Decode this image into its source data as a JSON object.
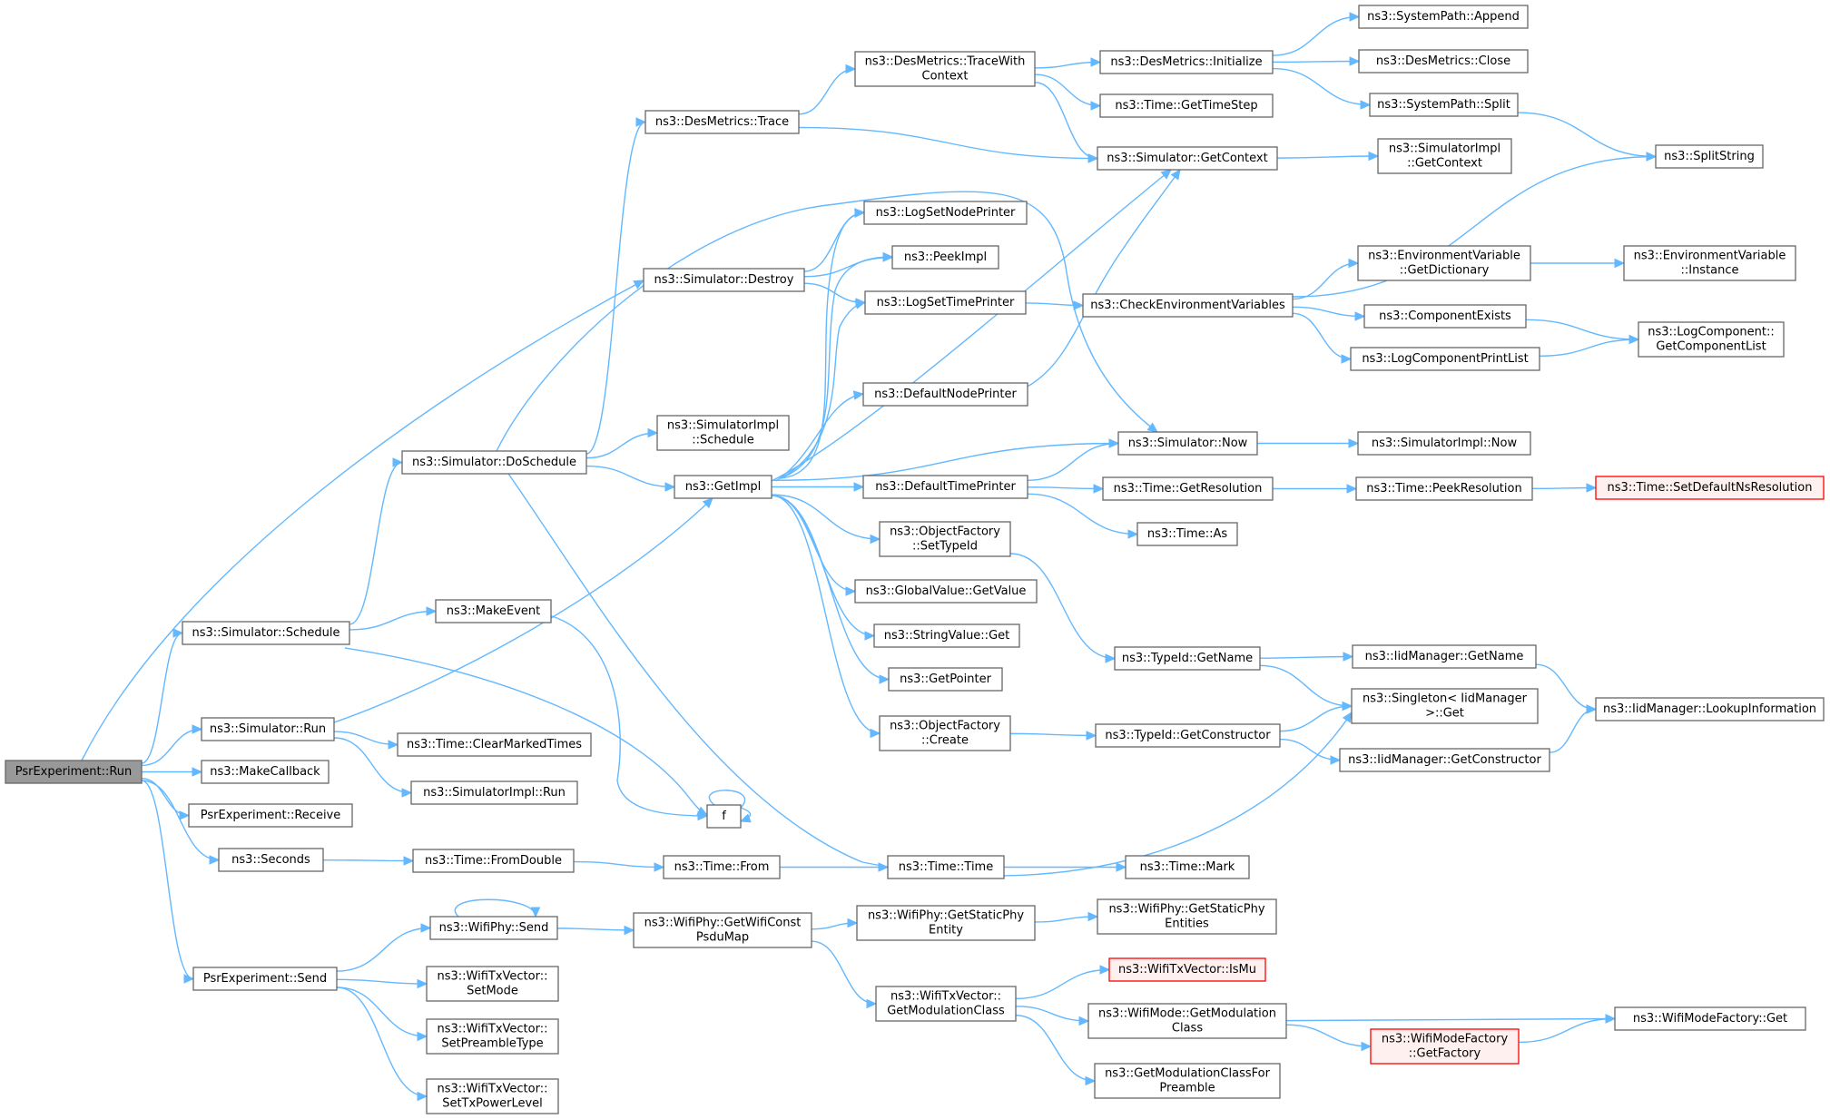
{
  "colors": {
    "edge": "#63b8ff",
    "node_border": "#666666",
    "root_fill": "#999999",
    "highlight_border": "#ff0000",
    "highlight_fill": "#fff0f0"
  },
  "nodes": [
    {
      "id": "run",
      "lines": [
        "PsrExperiment::Run"
      ],
      "style": "root"
    },
    {
      "id": "sim_schedule",
      "lines": [
        "ns3::Simulator::Schedule"
      ]
    },
    {
      "id": "sim_run",
      "lines": [
        "ns3::Simulator::Run"
      ]
    },
    {
      "id": "make_callback",
      "lines": [
        "ns3::MakeCallback"
      ]
    },
    {
      "id": "psr_receive",
      "lines": [
        "PsrExperiment::Receive"
      ]
    },
    {
      "id": "seconds",
      "lines": [
        "ns3::Seconds"
      ]
    },
    {
      "id": "psr_send",
      "lines": [
        "PsrExperiment::Send"
      ]
    },
    {
      "id": "sim_doschedule",
      "lines": [
        "ns3::Simulator::DoSchedule"
      ]
    },
    {
      "id": "sim_destroy",
      "lines": [
        "ns3::Simulator::Destroy"
      ]
    },
    {
      "id": "make_event",
      "lines": [
        "ns3::MakeEvent"
      ]
    },
    {
      "id": "clear_marked",
      "lines": [
        "ns3::Time::ClearMarkedTimes"
      ]
    },
    {
      "id": "simimpl_run",
      "lines": [
        "ns3::SimulatorImpl::Run"
      ]
    },
    {
      "id": "f",
      "lines": [
        "f"
      ]
    },
    {
      "id": "fromdouble",
      "lines": [
        "ns3::Time::FromDouble"
      ]
    },
    {
      "id": "wifiphy_send",
      "lines": [
        "ns3::WifiPhy::Send"
      ]
    },
    {
      "id": "txv_setmode",
      "lines": [
        "ns3::WifiTxVector::",
        "SetMode"
      ]
    },
    {
      "id": "txv_setpreamble",
      "lines": [
        "ns3::WifiTxVector::",
        "SetPreambleType"
      ]
    },
    {
      "id": "txv_settxpower",
      "lines": [
        "ns3::WifiTxVector::",
        "SetTxPowerLevel"
      ]
    },
    {
      "id": "desm_trace",
      "lines": [
        "ns3::DesMetrics::Trace"
      ]
    },
    {
      "id": "simimpl_schedule",
      "lines": [
        "ns3::SimulatorImpl",
        "::Schedule"
      ]
    },
    {
      "id": "getimpl",
      "lines": [
        "ns3::GetImpl"
      ]
    },
    {
      "id": "time_from",
      "lines": [
        "ns3::Time::From"
      ]
    },
    {
      "id": "getwificonst",
      "lines": [
        "ns3::WifiPhy::GetWifiConst",
        "PsduMap"
      ]
    },
    {
      "id": "desm_tracewith",
      "lines": [
        "ns3::DesMetrics::TraceWith",
        "Context"
      ]
    },
    {
      "id": "logsetnode",
      "lines": [
        "ns3::LogSetNodePrinter"
      ]
    },
    {
      "id": "peekimpl",
      "lines": [
        "ns3::PeekImpl"
      ]
    },
    {
      "id": "logsettime",
      "lines": [
        "ns3::LogSetTimePrinter"
      ]
    },
    {
      "id": "defnodeprinter",
      "lines": [
        "ns3::DefaultNodePrinter"
      ]
    },
    {
      "id": "deftimeprinter",
      "lines": [
        "ns3::DefaultTimePrinter"
      ]
    },
    {
      "id": "objf_settypeid",
      "lines": [
        "ns3::ObjectFactory",
        "::SetTypeId"
      ]
    },
    {
      "id": "globalvalue",
      "lines": [
        "ns3::GlobalValue::GetValue"
      ]
    },
    {
      "id": "stringvalue",
      "lines": [
        "ns3::StringValue::Get"
      ]
    },
    {
      "id": "getpointer",
      "lines": [
        "ns3::GetPointer"
      ]
    },
    {
      "id": "objf_create",
      "lines": [
        "ns3::ObjectFactory",
        "::Create"
      ]
    },
    {
      "id": "time_time",
      "lines": [
        "ns3::Time::Time"
      ]
    },
    {
      "id": "getstaticphy",
      "lines": [
        "ns3::WifiPhy::GetStaticPhy",
        "Entity"
      ]
    },
    {
      "id": "txv_getmodclass",
      "lines": [
        "ns3::WifiTxVector::",
        "GetModulationClass"
      ]
    },
    {
      "id": "desm_init",
      "lines": [
        "ns3::DesMetrics::Initialize"
      ]
    },
    {
      "id": "time_gettimestep",
      "lines": [
        "ns3::Time::GetTimeStep"
      ]
    },
    {
      "id": "sim_getcontext",
      "lines": [
        "ns3::Simulator::GetContext"
      ]
    },
    {
      "id": "checkenv",
      "lines": [
        "ns3::CheckEnvironmentVariables"
      ]
    },
    {
      "id": "sim_now",
      "lines": [
        "ns3::Simulator::Now"
      ]
    },
    {
      "id": "time_getres",
      "lines": [
        "ns3::Time::GetResolution"
      ]
    },
    {
      "id": "time_as",
      "lines": [
        "ns3::Time::As"
      ]
    },
    {
      "id": "typeid_getname",
      "lines": [
        "ns3::TypeId::GetName"
      ]
    },
    {
      "id": "typeid_getctor",
      "lines": [
        "ns3::TypeId::GetConstructor"
      ]
    },
    {
      "id": "time_mark",
      "lines": [
        "ns3::Time::Mark"
      ]
    },
    {
      "id": "getstaticphyentities",
      "lines": [
        "ns3::WifiPhy::GetStaticPhy",
        "Entities"
      ]
    },
    {
      "id": "txv_ismu",
      "lines": [
        "ns3::WifiTxVector::IsMu"
      ],
      "style": "red"
    },
    {
      "id": "wifimode_getmodclass",
      "lines": [
        "ns3::WifiMode::GetModulation",
        "Class"
      ]
    },
    {
      "id": "getmodclassforpreamble",
      "lines": [
        "ns3::GetModulationClassFor",
        "Preamble"
      ]
    },
    {
      "id": "syspath_append",
      "lines": [
        "ns3::SystemPath::Append"
      ]
    },
    {
      "id": "desm_close",
      "lines": [
        "ns3::DesMetrics::Close"
      ]
    },
    {
      "id": "syspath_split",
      "lines": [
        "ns3::SystemPath::Split"
      ]
    },
    {
      "id": "simimpl_getcontext",
      "lines": [
        "ns3::SimulatorImpl",
        "::GetContext"
      ]
    },
    {
      "id": "envvar_getdict",
      "lines": [
        "ns3::EnvironmentVariable",
        "::GetDictionary"
      ]
    },
    {
      "id": "componentexists",
      "lines": [
        "ns3::ComponentExists"
      ]
    },
    {
      "id": "logcompprintlist",
      "lines": [
        "ns3::LogComponentPrintList"
      ]
    },
    {
      "id": "simimpl_now",
      "lines": [
        "ns3::SimulatorImpl::Now"
      ]
    },
    {
      "id": "time_peekres",
      "lines": [
        "ns3::Time::PeekResolution"
      ]
    },
    {
      "id": "iid_getname",
      "lines": [
        "ns3::IidManager::GetName"
      ]
    },
    {
      "id": "singleton_get",
      "lines": [
        "ns3::Singleton< IidManager",
        ">::Get"
      ]
    },
    {
      "id": "iid_getctor",
      "lines": [
        "ns3::IidManager::GetConstructor"
      ]
    },
    {
      "id": "wifimodefactory_getfactory",
      "lines": [
        "ns3::WifiModeFactory",
        "::GetFactory"
      ],
      "style": "red"
    },
    {
      "id": "splitstring",
      "lines": [
        "ns3::SplitString"
      ]
    },
    {
      "id": "envvar_instance",
      "lines": [
        "ns3::EnvironmentVariable",
        "::Instance"
      ]
    },
    {
      "id": "logcomp_getlist",
      "lines": [
        "ns3::LogComponent::",
        "GetComponentList"
      ]
    },
    {
      "id": "time_setdefaultns",
      "lines": [
        "ns3::Time::SetDefaultNsResolution"
      ],
      "style": "red"
    },
    {
      "id": "iid_lookup",
      "lines": [
        "ns3::IidManager::LookupInformation"
      ]
    },
    {
      "id": "wifimodefactory_get",
      "lines": [
        "ns3::WifiModeFactory::Get"
      ]
    }
  ],
  "edges": [
    [
      "run",
      "sim_schedule"
    ],
    [
      "run",
      "sim_run"
    ],
    [
      "run",
      "make_callback"
    ],
    [
      "run",
      "psr_receive"
    ],
    [
      "run",
      "seconds"
    ],
    [
      "run",
      "psr_send"
    ],
    [
      "run",
      "sim_destroy"
    ],
    [
      "sim_schedule",
      "sim_doschedule"
    ],
    [
      "sim_schedule",
      "make_event"
    ],
    [
      "sim_schedule",
      "f"
    ],
    [
      "sim_run",
      "getimpl"
    ],
    [
      "sim_run",
      "clear_marked"
    ],
    [
      "sim_run",
      "simimpl_run"
    ],
    [
      "seconds",
      "fromdouble"
    ],
    [
      "psr_send",
      "wifiphy_send"
    ],
    [
      "psr_send",
      "txv_setmode"
    ],
    [
      "psr_send",
      "txv_setpreamble"
    ],
    [
      "psr_send",
      "txv_settxpower"
    ],
    [
      "sim_doschedule",
      "desm_trace"
    ],
    [
      "sim_doschedule",
      "simimpl_schedule"
    ],
    [
      "sim_doschedule",
      "getimpl"
    ],
    [
      "sim_doschedule",
      "sim_now"
    ],
    [
      "sim_doschedule",
      "singleton_get"
    ],
    [
      "sim_destroy",
      "logsetnode"
    ],
    [
      "sim_destroy",
      "peekimpl"
    ],
    [
      "sim_destroy",
      "logsettime"
    ],
    [
      "make_event",
      "f"
    ],
    [
      "f",
      "f"
    ],
    [
      "fromdouble",
      "time_from"
    ],
    [
      "time_from",
      "time_time"
    ],
    [
      "time_time",
      "time_mark"
    ],
    [
      "wifiphy_send",
      "wifiphy_send"
    ],
    [
      "wifiphy_send",
      "getwificonst"
    ],
    [
      "getwificonst",
      "getstaticphy"
    ],
    [
      "getwificonst",
      "txv_getmodclass"
    ],
    [
      "getstaticphy",
      "getstaticphyentities"
    ],
    [
      "txv_getmodclass",
      "txv_ismu"
    ],
    [
      "txv_getmodclass",
      "wifimode_getmodclass"
    ],
    [
      "txv_getmodclass",
      "getmodclassforpreamble"
    ],
    [
      "wifimode_getmodclass",
      "wifimodefactory_get"
    ],
    [
      "wifimode_getmodclass",
      "wifimodefactory_getfactory"
    ],
    [
      "wifimodefactory_getfactory",
      "wifimodefactory_get"
    ],
    [
      "desm_trace",
      "desm_tracewith"
    ],
    [
      "desm_trace",
      "sim_getcontext"
    ],
    [
      "desm_tracewith",
      "desm_init"
    ],
    [
      "desm_tracewith",
      "time_gettimestep"
    ],
    [
      "desm_tracewith",
      "sim_getcontext"
    ],
    [
      "desm_init",
      "syspath_append"
    ],
    [
      "desm_init",
      "desm_close"
    ],
    [
      "desm_init",
      "syspath_split"
    ],
    [
      "syspath_split",
      "splitstring"
    ],
    [
      "sim_getcontext",
      "simimpl_getcontext"
    ],
    [
      "getimpl",
      "logsetnode"
    ],
    [
      "getimpl",
      "peekimpl"
    ],
    [
      "getimpl",
      "logsettime"
    ],
    [
      "getimpl",
      "defnodeprinter"
    ],
    [
      "getimpl",
      "deftimeprinter"
    ],
    [
      "getimpl",
      "objf_settypeid"
    ],
    [
      "getimpl",
      "globalvalue"
    ],
    [
      "getimpl",
      "stringvalue"
    ],
    [
      "getimpl",
      "getpointer"
    ],
    [
      "getimpl",
      "objf_create"
    ],
    [
      "getimpl",
      "sim_getcontext"
    ],
    [
      "getimpl",
      "sim_now"
    ],
    [
      "logsettime",
      "checkenv"
    ],
    [
      "defnodeprinter",
      "sim_getcontext"
    ],
    [
      "deftimeprinter",
      "sim_now"
    ],
    [
      "deftimeprinter",
      "time_getres"
    ],
    [
      "deftimeprinter",
      "time_as"
    ],
    [
      "objf_settypeid",
      "typeid_getname"
    ],
    [
      "objf_create",
      "typeid_getctor"
    ],
    [
      "checkenv",
      "splitstring"
    ],
    [
      "checkenv",
      "envvar_getdict"
    ],
    [
      "checkenv",
      "componentexists"
    ],
    [
      "checkenv",
      "logcompprintlist"
    ],
    [
      "envvar_getdict",
      "envvar_instance"
    ],
    [
      "componentexists",
      "logcomp_getlist"
    ],
    [
      "logcompprintlist",
      "logcomp_getlist"
    ],
    [
      "sim_now",
      "simimpl_now"
    ],
    [
      "time_getres",
      "time_peekres"
    ],
    [
      "time_peekres",
      "time_setdefaultns"
    ],
    [
      "typeid_getname",
      "iid_getname"
    ],
    [
      "typeid_getname",
      "singleton_get"
    ],
    [
      "typeid_getctor",
      "singleton_get"
    ],
    [
      "typeid_getctor",
      "iid_getctor"
    ],
    [
      "iid_getname",
      "iid_lookup"
    ],
    [
      "iid_getctor",
      "iid_lookup"
    ]
  ]
}
